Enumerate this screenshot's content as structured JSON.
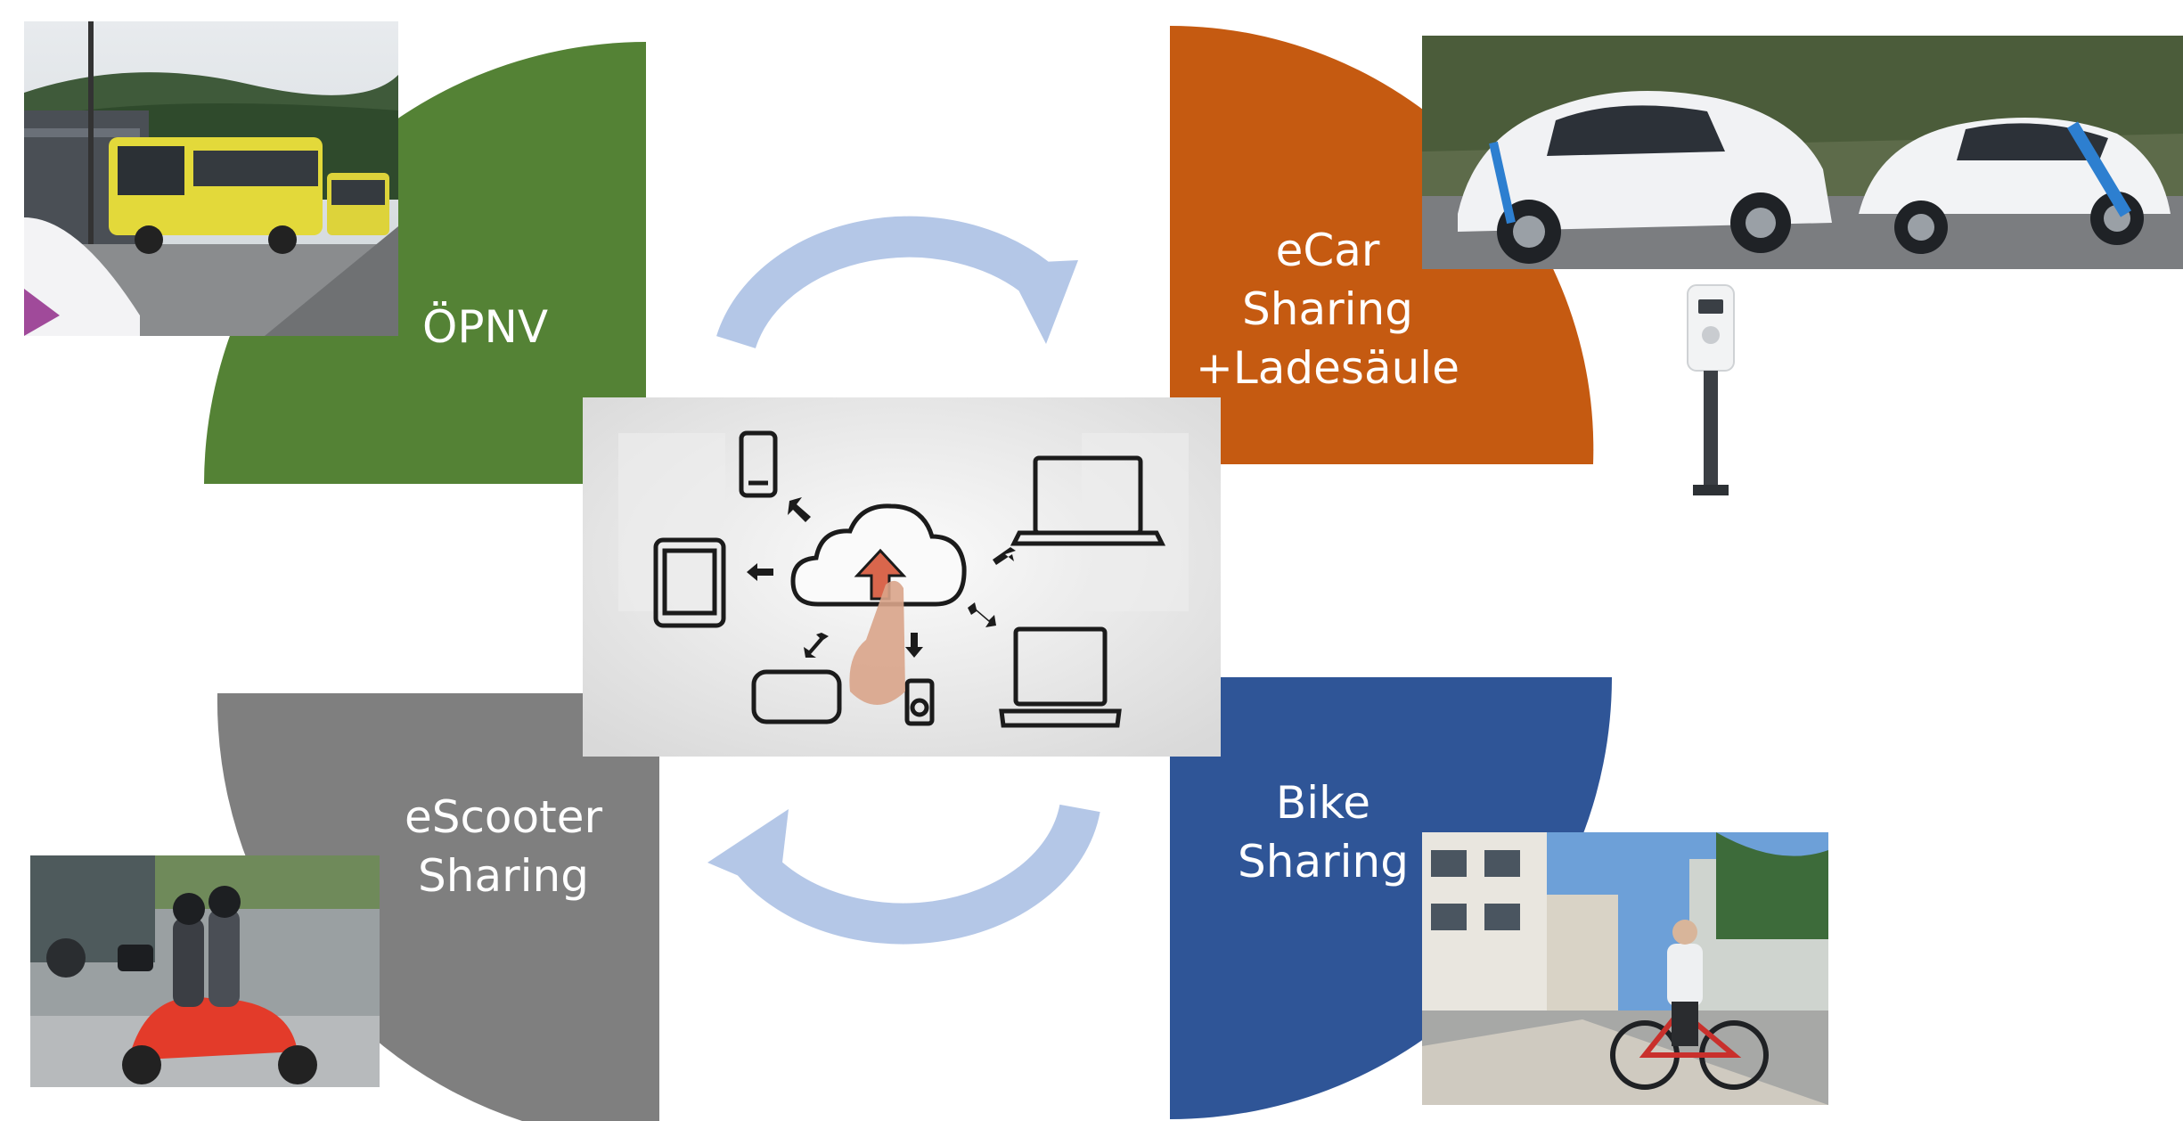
{
  "colors": {
    "oepnv": "#548235",
    "ecar": "#C55A11",
    "escooter": "#7F7F7F",
    "bike": "#2F5597",
    "arrow": "#B4C7E7"
  },
  "segments": {
    "oepnv": {
      "label": "ÖPNV",
      "photo": "yellow-bus-photo"
    },
    "ecar": {
      "label_line1": "eCar",
      "label_line2": "Sharing",
      "label_line3": "+Ladesäule",
      "photo": "electric-cars-photo",
      "extra": "charging-station-photo"
    },
    "escooter": {
      "label_line1": "eScooter",
      "label_line2": "Sharing",
      "photo": "scooter-riders-photo"
    },
    "bike": {
      "label_line1": "Bike",
      "label_line2": "Sharing",
      "photo": "cyclist-photo"
    }
  },
  "center": {
    "image": "cloud-devices-photo",
    "icons": [
      "smartphone-icon",
      "tablet-icon",
      "cloud-upload-icon",
      "laptop-icon",
      "desktop-icon",
      "tv-icon",
      "media-player-icon"
    ]
  },
  "cycle_arrows": [
    "clockwise-top-arrow",
    "clockwise-bottom-arrow"
  ]
}
